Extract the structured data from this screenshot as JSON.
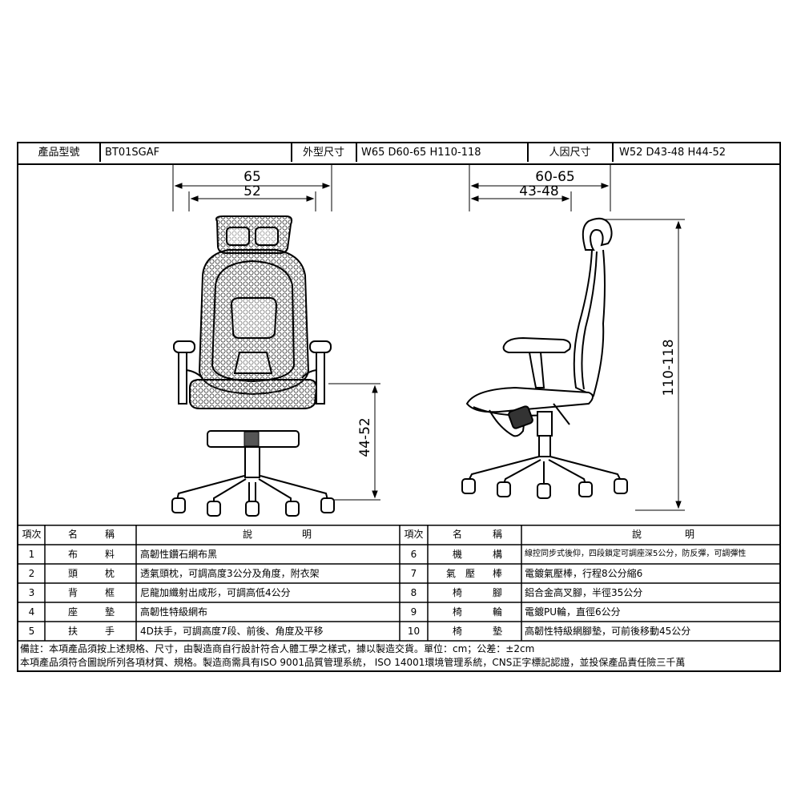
{
  "header": {
    "model_label": "產品型號",
    "model_value": "BT01SGAF",
    "size_label": "外型尺寸",
    "size_value": "W65 D60-65 H110-118",
    "human_label": "人因尺寸",
    "human_value": "W52 D43-48 H44-52"
  },
  "dimensions": {
    "front_outer_width": "65",
    "front_inner_width": "52",
    "seat_height": "44-52",
    "side_outer_depth": "60-65",
    "side_inner_depth": "43-48",
    "total_height": "110-118"
  },
  "table": {
    "headers": {
      "no": "項次",
      "name_a": "名",
      "name_b": "稱",
      "desc_a": "說",
      "desc_b": "明"
    },
    "left_rows": [
      {
        "no": "1",
        "name_a": "布",
        "name_b": "料",
        "desc": "高韌性鑽石網布黑"
      },
      {
        "no": "2",
        "name_a": "頭",
        "name_b": "枕",
        "desc": "透氣頭枕，可調高度3公分及角度，附衣架"
      },
      {
        "no": "3",
        "name_a": "背",
        "name_b": "框",
        "desc": "尼龍加纖射出成形，可調高低4公分"
      },
      {
        "no": "4",
        "name_a": "座",
        "name_b": "墊",
        "desc": "高韌性特級網布"
      },
      {
        "no": "5",
        "name_a": "扶",
        "name_b": "手",
        "desc": "4D扶手，可調高度7段、前後、角度及平移"
      }
    ],
    "right_rows": [
      {
        "no": "6",
        "name_a": "機",
        "name_b": "構",
        "desc": "線控同步式後仰，四段鎖定可調座深5公分，防反彈，可調彈性"
      },
      {
        "no": "7",
        "name_a": "氣　壓",
        "name_b": "棒",
        "desc": "電鍍氣壓棒，行程8公分縮6"
      },
      {
        "no": "8",
        "name_a": "椅",
        "name_b": "腳",
        "desc": "鋁合金高叉腳，半徑35公分"
      },
      {
        "no": "9",
        "name_a": "椅",
        "name_b": "輪",
        "desc": "電鍍PU輪，直徑6公分"
      },
      {
        "no": "10",
        "name_a": "椅",
        "name_b": "墊",
        "desc": "高韌性特級網腳墊，可前後移動45公分"
      }
    ]
  },
  "notes": {
    "line1": "備註：本項產品須按上述規格、尺寸，由製造商自行設計符合人體工學之樣式，據以製造交貨。單位：cm；公差：±2cm",
    "line2": "本項產品須符合圖說所列各項材質、規格。製造商需具有ISO 9001品質管理系統， ISO 14001環境管理系統，CNS正字標記認證，並投保產品責任險三千萬"
  }
}
